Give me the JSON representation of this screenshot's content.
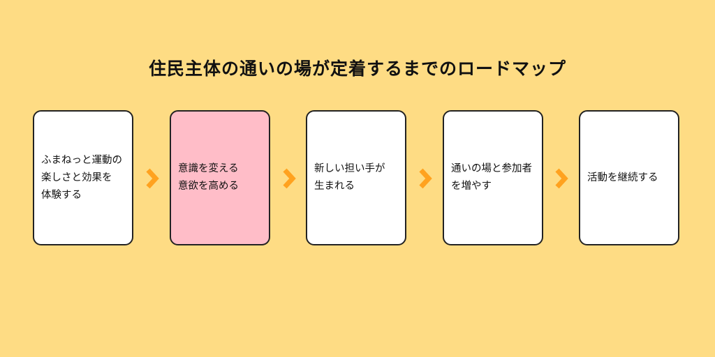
{
  "title": "住民主体の通いの場が定着するまでのロードマップ",
  "colors": {
    "background": "#FEDC84",
    "card": "#FFFFFF",
    "card_highlight": "#FFBDC8",
    "arrow": "#FFA21F",
    "border": "#222222"
  },
  "steps": [
    {
      "text": "ふまねっと運動の\n楽しさと効果を\n体験する",
      "highlighted": false
    },
    {
      "text": "意識を変える\n意欲を高める",
      "highlighted": true
    },
    {
      "text": "新しい担い手が\n生まれる",
      "highlighted": false
    },
    {
      "text": "通いの場と参加者\nを増やす",
      "highlighted": false
    },
    {
      "text": "活動を継続する",
      "highlighted": false
    }
  ],
  "arrow_icon": "chevron-right-icon"
}
